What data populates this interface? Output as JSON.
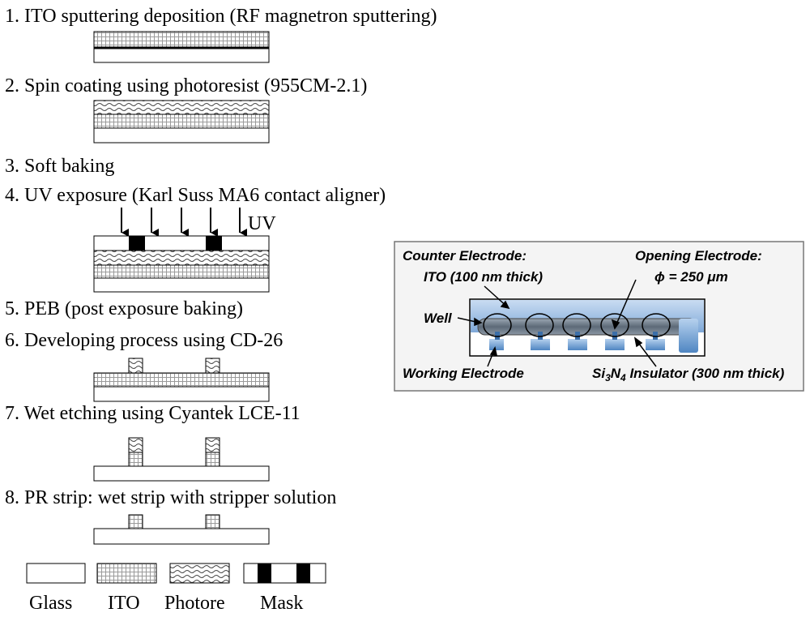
{
  "steps": [
    "1. ITO sputtering deposition (RF magnetron sputtering)",
    "2. Spin coating using photoresist (955CM-2.1)",
    "3. Soft baking",
    "4. UV exposure (Karl Suss MA6 contact aligner)",
    "5. PEB (post exposure baking)",
    "6. Developing process using CD-26",
    "7. Wet etching using Cyantek LCE-11",
    "8. PR strip: wet strip with stripper solution"
  ],
  "uv_label": "UV",
  "legend": {
    "glass": "Glass",
    "ito": "ITO",
    "photoresist": "Photore",
    "mask": "Mask"
  },
  "inset": {
    "counter_electrode": "Counter Electrode:",
    "counter_electrode_material": "ITO (100 nm thick)",
    "opening_electrode": "Opening Electrode:",
    "opening_diameter": "ϕ = 250 μm",
    "well": "Well",
    "working_electrode": "Working Electrode",
    "insulator_si": "Si",
    "insulator_sub3": "3",
    "insulator_n": "N",
    "insulator_sub4": "4",
    "insulator_rest": " Insulator (300 nm thick)"
  },
  "colors": {
    "ito_grid": "#9a9a9a",
    "inset_substrate": "#8fb4dd",
    "inset_bar": "#6f7f8f",
    "mask": "#000000"
  }
}
